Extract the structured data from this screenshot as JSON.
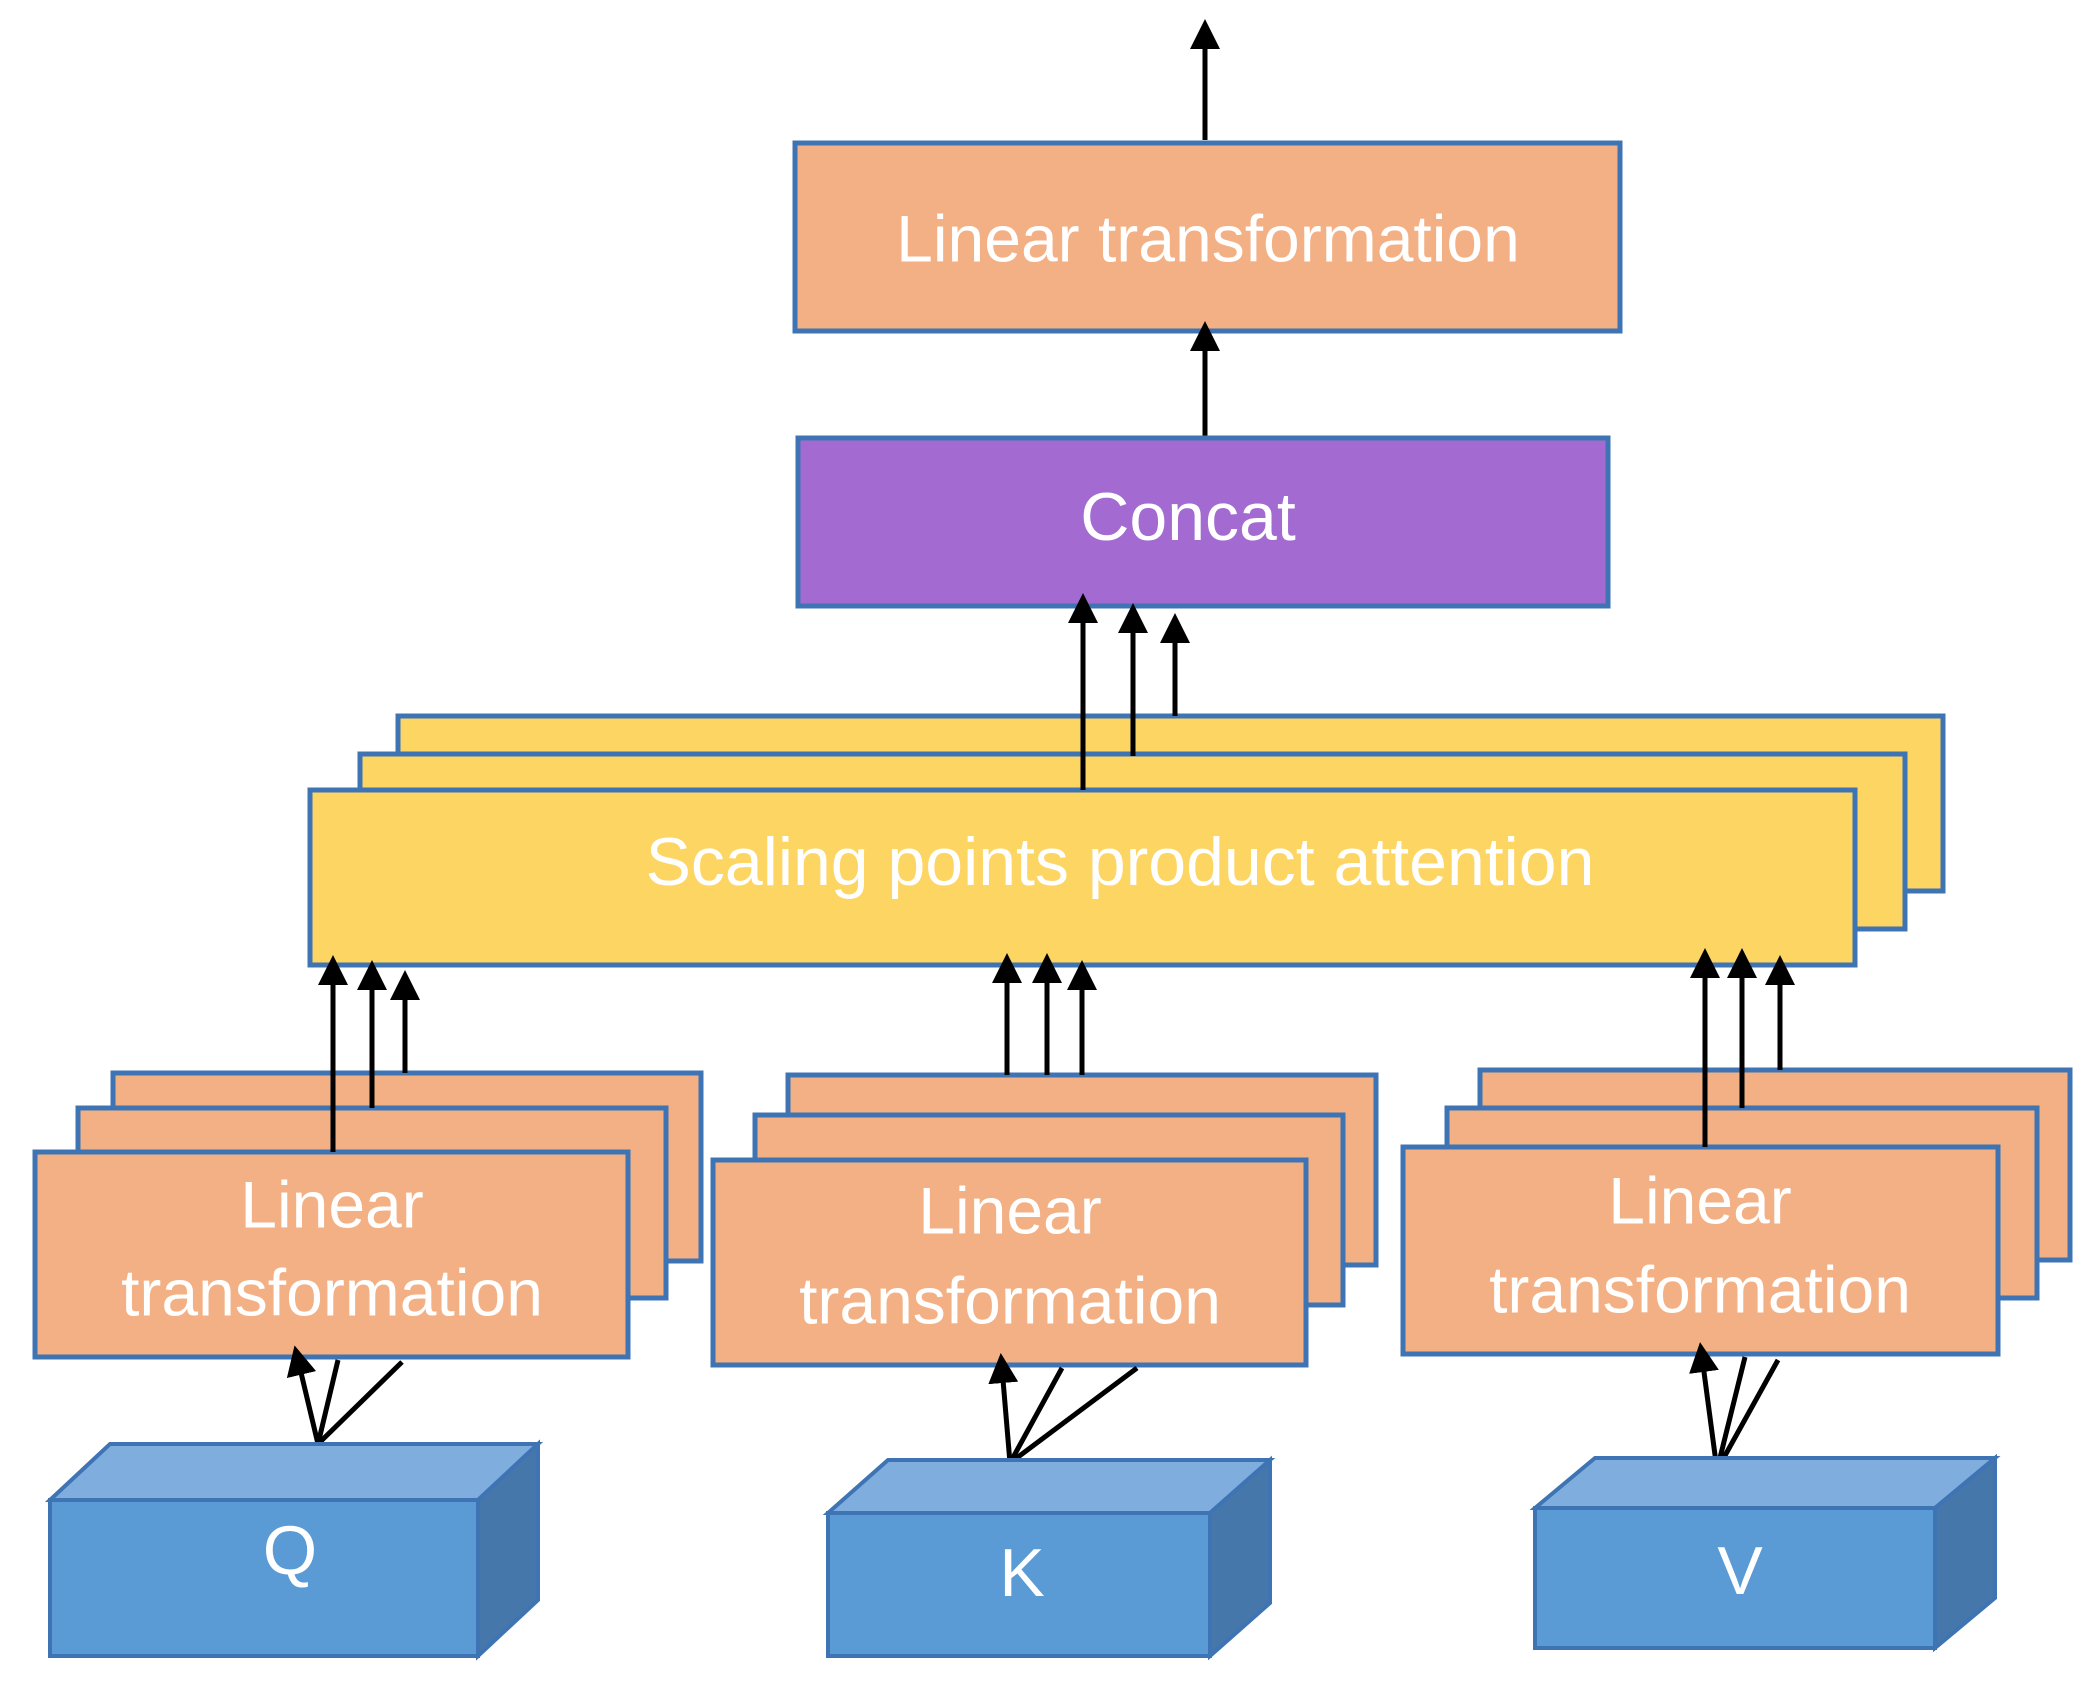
{
  "diagram": {
    "output_linear": {
      "label": "Linear transformation"
    },
    "concat": {
      "label": "Concat"
    },
    "attention": {
      "label": "Scaling points product attention"
    },
    "branches": [
      {
        "input_label": "Q",
        "linear_line1": "Linear",
        "linear_line2": "transformation"
      },
      {
        "input_label": "K",
        "linear_line1": "Linear",
        "linear_line2": "transformation"
      },
      {
        "input_label": "V",
        "linear_line1": "Linear",
        "linear_line2": "transformation"
      }
    ],
    "colors": {
      "linear": "#f2b084",
      "concat": "#a36bd2",
      "attention": "#fdd563",
      "input": "#5a9ad5",
      "border": "#3f74b4",
      "arrow": "#000000"
    }
  }
}
